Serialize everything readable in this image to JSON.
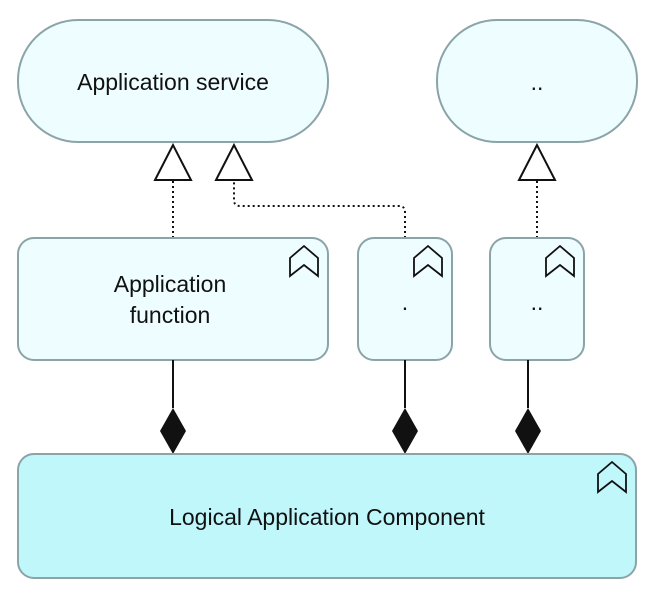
{
  "colors": {
    "service_fill": "#eefdff",
    "function_fill": "#eefdff",
    "component_fill": "#bff7fb",
    "stroke": "#8aa4a8",
    "line": "#111111"
  },
  "services": [
    {
      "label": "Application service"
    },
    {
      "label": ".."
    }
  ],
  "functions": [
    {
      "label_line1": "Application",
      "label_line2": "function",
      "icon": "application-function-icon"
    },
    {
      "label": ".",
      "icon": "application-function-icon"
    },
    {
      "label": "..",
      "icon": "application-function-icon"
    }
  ],
  "component": {
    "label": "Logical Application Component",
    "icon": "application-function-icon"
  }
}
